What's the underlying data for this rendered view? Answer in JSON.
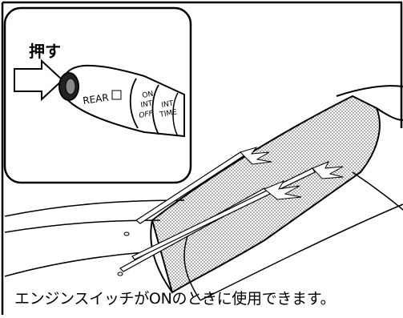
{
  "inset": {
    "push_label": "押す",
    "stalk_label": "REAR",
    "dial_labels": [
      "ON",
      "INT",
      "OFF"
    ],
    "int_time_labels": [
      "INT",
      "TIME"
    ]
  },
  "caption": "エンジンスイッチがONのときに使用できます。"
}
